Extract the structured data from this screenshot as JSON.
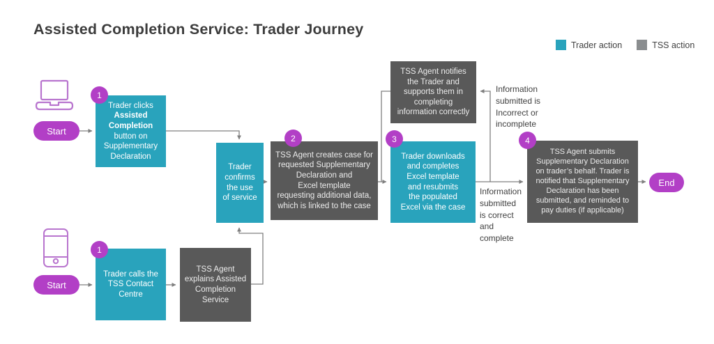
{
  "title": "Assisted Completion Service: Trader Journey",
  "legend": {
    "trader": {
      "label": "Trader action",
      "color": "#29A3BC"
    },
    "tss": {
      "label": "TSS action",
      "color": "#8A8D8F"
    }
  },
  "colors": {
    "trader_teal": "#29A3BC",
    "tss_gray": "#595959",
    "accent_purple": "#B23FC6",
    "icon_purple": "#B874CE",
    "arrow_gray": "#7F7F7F",
    "text_dark": "#404040"
  },
  "flow": {
    "start_top": {
      "label": "Start"
    },
    "start_bottom": {
      "label": "Start"
    },
    "end": {
      "label": "End"
    },
    "step1_web": {
      "badge": "1",
      "text_pre": "Trader clicks\n",
      "text_bold": "Assisted\nCompletion",
      "text_post": "\nbutton on\nSupplementary\nDeclaration"
    },
    "confirm": {
      "text": "Trader\nconfirms\nthe use\nof service"
    },
    "step2": {
      "badge": "2",
      "text": "TSS Agent creates case for\nrequested Supplementary\nDeclaration and\nExcel template\nrequesting additional data,\nwhich is linked to the case"
    },
    "step3": {
      "badge": "3",
      "text": "Trader downloads\nand completes\nExcel template\nand resubmits\nthe populated\nExcel via the case"
    },
    "notify": {
      "text": "TSS Agent notifies\nthe Trader and\nsupports them in\ncompleting\ninformation correctly"
    },
    "step4": {
      "badge": "4",
      "text": "TSS Agent submits\nSupplementary Declaration\non trader’s behalf. Trader is\nnotified that Supplementary\nDeclaration has been\nsubmitted, and reminded to\npay duties (if applicable)"
    },
    "step1_phone": {
      "badge": "1",
      "text": "Trader calls the\nTSS Contact\nCentre"
    },
    "explain": {
      "text": "TSS Agent\nexplains Assisted\nCompletion\nService"
    }
  },
  "annotations": {
    "incorrect": "Information\nsubmitted is\nIncorrect or\nincomplete",
    "correct": "Information\nsubmitted\nis correct\nand\ncomplete"
  }
}
